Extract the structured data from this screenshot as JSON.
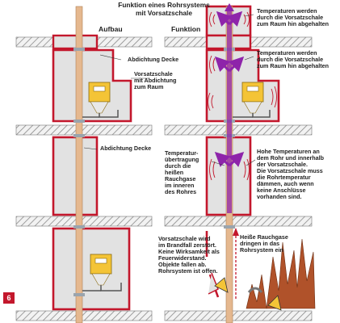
{
  "title": "Funktion eines Rohrsystems\nmit Vorsatzschale",
  "headings": {
    "left": "Aufbau",
    "right": "Funktion"
  },
  "labels": {
    "ceiling_seal_1": "Abdichtung Decke",
    "shell_seal": "Vorsatzschale\nmit Abdichtung\nzum Raum",
    "ceiling_seal_2": "Abdichtung Decke",
    "temp_held_1": "Temperaturen werden\ndurch die Vorsatzschale\nzum Raum hin abgehalten",
    "temp_held_2": "Temperaturen werden\ndurch die Vorsatzschale\nzum Raum hin abgehalten",
    "heat_transfer": "Temperatur-\nübertragung\ndurch die\nheißen\nRauchgase\nim inneren\ndes Rohres",
    "high_temp": "Hohe Temperaturen an\ndem Rohr und innerhalb\nder Vorsatzschale.\nDie Vorsatzschale muss\ndie Rohrtemperatur\ndämmen, auch wenn\nkeine Anschlüsse\nvorhanden sind.",
    "destroyed": "Vorsatzschale wird\nim Brandfall zerstört.\nKeine Wirksamkeit als\nFeuerwiderstand.\nObjekte fallen ab.\nRohrsystem ist offen.",
    "hot_gases": "Heiße Rauchgase\ndringen in das\nRohrsystem ein"
  },
  "page_number": "6",
  "colors": {
    "shell_red": "#c3172c",
    "shell_fill": "#e2e2e2",
    "hatch": "#8a8a8a",
    "pipe": "#e5b88f",
    "heat_arrow": "#8e24aa",
    "fire": "#b0522a",
    "meter": "#f4c436"
  },
  "icons": [
    "gas-meter-icon",
    "heat-arrow-icon",
    "heat-wave-icon",
    "fire-icon",
    "warning-sign-icon"
  ]
}
